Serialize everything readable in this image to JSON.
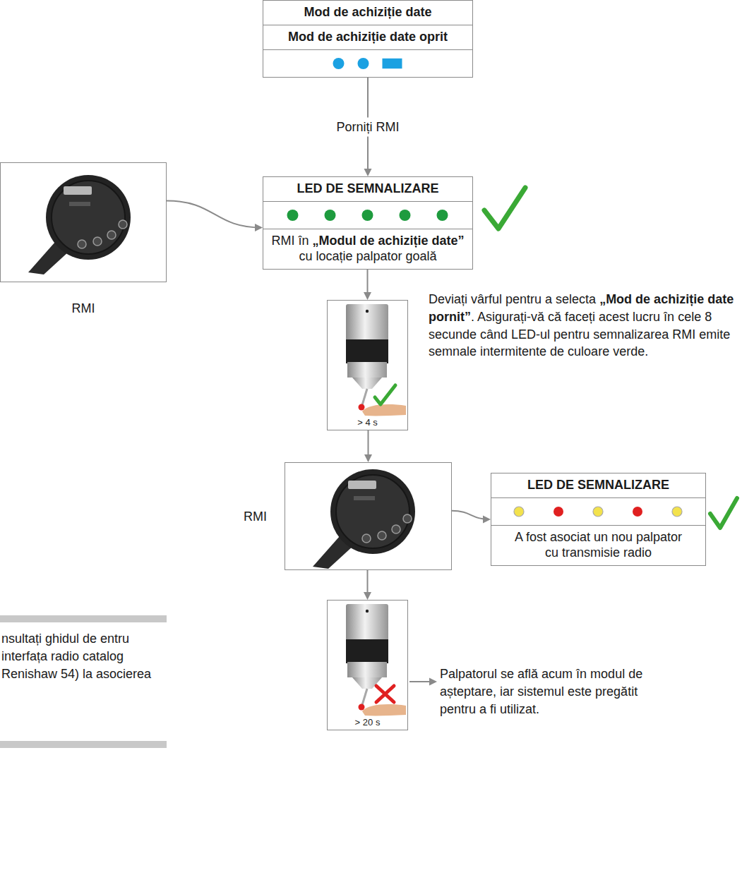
{
  "diagram": {
    "nodes": [
      {
        "text": [
          "Mod de achiziție date",
          "Mod de achiziție date oprit"
        ]
      },
      {
        "text": [
          "RMI"
        ]
      },
      {
        "text": [
          "LED DE SEMNALIZARE",
          "RMI în „Modul de achiziție date” cu locație palpator goală"
        ]
      },
      {
        "text": [
          "> 4 s"
        ]
      },
      {
        "text": [
          "RMI"
        ]
      },
      {
        "text": [
          "LED DE SEMNALIZARE",
          "A fost asociat un nou palpator cu transmisie radio"
        ]
      },
      {
        "text": [
          "> 20 s"
        ]
      }
    ],
    "edges": [
      {
        "from": 0,
        "to": 2,
        "arrow": "to",
        "label": "Porniți RMI"
      },
      {
        "from": 1,
        "to": 2,
        "arrow": "to"
      },
      {
        "from": 2,
        "to": 3,
        "arrow": "to"
      },
      {
        "from": 3,
        "to": 4,
        "arrow": "to"
      },
      {
        "from": 4,
        "to": 5,
        "arrow": "to"
      },
      {
        "from": 4,
        "to": 6,
        "arrow": "to"
      }
    ],
    "labels": [
      "Deviați vârful pentru a selecta „Mod de achiziție date pornit”. Asigurați-vă că faceți acest lucru în cele 8 secunde când LED-ul pentru semnalizarea RMI emite semnale intermitente de culoare verde.",
      "Palpatorul se află acum în modul de așteptare, iar sistemul este pregătit pentru a fi utilizat.",
      "nsultați ghidul de entru interfața radio catalog Renishaw 54) la asocierea"
    ]
  }
}
